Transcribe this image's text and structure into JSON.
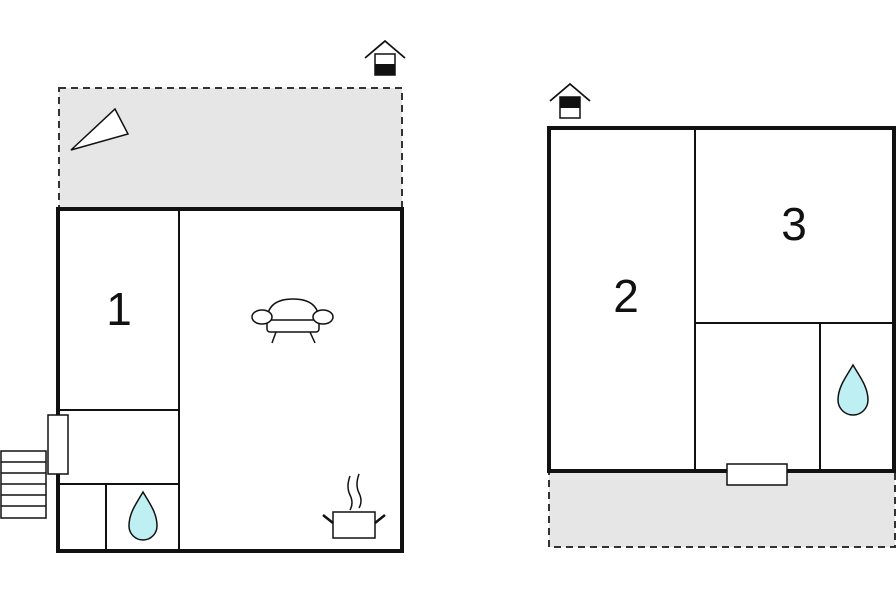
{
  "floor_plan": {
    "colors": {
      "wall": "#111111",
      "terrace": "#e6e6e6",
      "terrace_border": "#333333",
      "water": "#bdeff3",
      "background": "#ffffff"
    },
    "rooms": [
      {
        "label": "1",
        "type": "bedroom"
      },
      {
        "label": "2",
        "type": "bedroom"
      },
      {
        "label": "3",
        "type": "bedroom"
      }
    ],
    "icons": [
      "house-entrance-icon",
      "sofa-icon",
      "cooking-pot-icon",
      "water-drop-icon",
      "stairs-icon",
      "compass-arrow-icon"
    ]
  }
}
